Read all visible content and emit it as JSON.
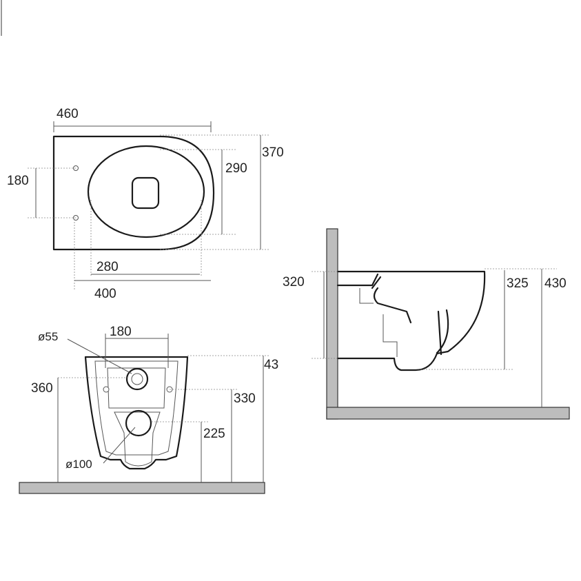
{
  "top_view": {
    "dim_width": "460",
    "dim_depth": "370",
    "dim_bowl_depth": "290",
    "dim_fixing_spacing": "180",
    "dim_bowl_width": "280",
    "dim_fixing_length": "400"
  },
  "front_view": {
    "dim_inlet_diameter": "ø55",
    "dim_fixing_centres": "180",
    "dim_fixing_height": "360",
    "dim_inlet_height": "330",
    "dim_outlet_height": "225",
    "dim_outlet_diameter": "ø100",
    "dim_total_height_cropped": "43"
  },
  "side_view": {
    "dim_inlet_height": "320",
    "dim_rim_depth": "325",
    "dim_total_height": "430"
  },
  "colors": {
    "line": "#1a1a1a",
    "wall": "#bdbdbd",
    "dimension_line": "#555555"
  }
}
